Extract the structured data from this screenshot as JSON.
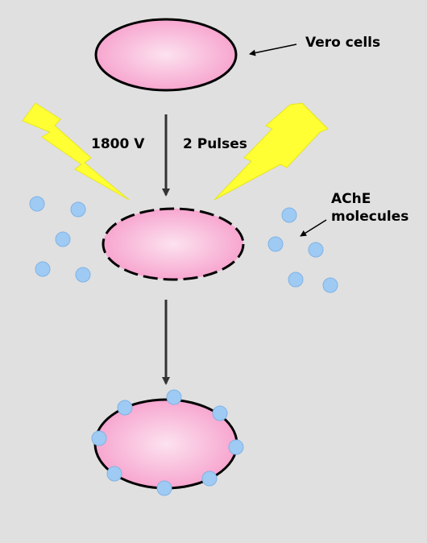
{
  "labels": {
    "vero_cells": "Vero cells",
    "voltage": "1800 V",
    "pulses": "2 Pulses",
    "ache_line1": "AChE",
    "ache_line2": "molecules"
  },
  "colors": {
    "background": "#e0e0e0",
    "cell_fill": "#f7a6cf",
    "cell_center": "#fce2ef",
    "cell_stroke": "#000000",
    "molecule_fill": "#9fcaf3",
    "molecule_stroke": "#7fb3e6",
    "lightning_fill": "#ffff33",
    "arrow": "#333333"
  },
  "icons": [
    "lightning-bolt-icon",
    "ache-molecule-icon"
  ]
}
